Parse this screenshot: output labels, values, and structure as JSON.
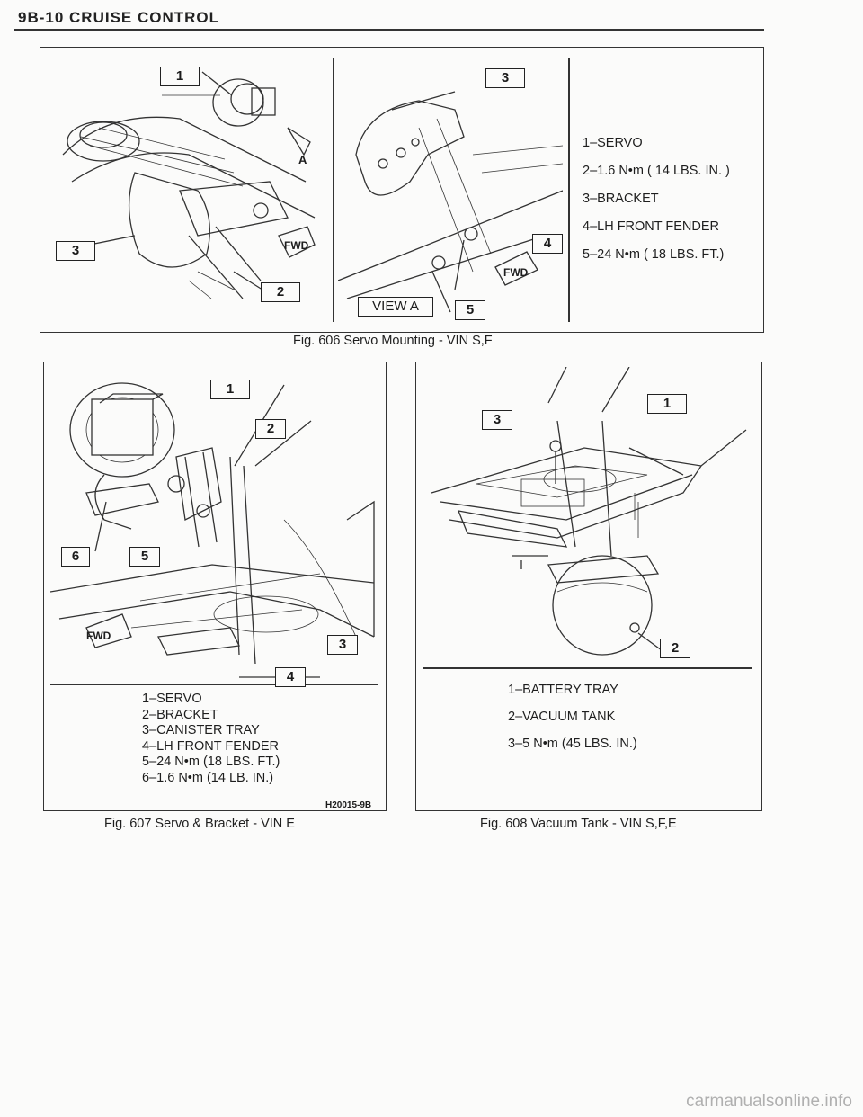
{
  "header": {
    "title": "9B-10 CRUISE CONTROL"
  },
  "fig606": {
    "caption": "Fig. 606 Servo Mounting - VIN S,F",
    "legend": [
      "1–SERVO",
      "2–1.6 N•m ( 14 LBS. IN. )",
      "3–BRACKET",
      "4–LH FRONT FENDER",
      "5–24 N•m ( 18 LBS. FT.)"
    ],
    "callouts": {
      "c1": "1",
      "c2": "2",
      "c3_left": "3",
      "c3_right": "3",
      "c4": "4",
      "c5": "5",
      "view": "VIEW A",
      "fwd": "FWD",
      "arrow_label": "A"
    }
  },
  "fig607": {
    "caption": "Fig. 607 Servo & Bracket - VIN E",
    "legend": [
      "1–SERVO",
      "2–BRACKET",
      "3–CANISTER TRAY",
      "4–LH FRONT FENDER",
      "5–24 N•m (18 LBS. FT.)",
      "6–1.6 N•m (14 LB. IN.)"
    ],
    "code": "H20015-9B",
    "callouts": {
      "c1": "1",
      "c2": "2",
      "c3": "3",
      "c4": "4",
      "c5": "5",
      "c6": "6",
      "fwd": "FWD"
    }
  },
  "fig608": {
    "caption": "Fig. 608 Vacuum Tank - VIN S,F,E",
    "legend": [
      "1–BATTERY TRAY",
      "2–VACUUM TANK",
      "3–5 N•m (45 LBS. IN.)"
    ],
    "callouts": {
      "c1": "1",
      "c2": "2",
      "c3": "3"
    }
  },
  "watermark": "carmanualsonline.info"
}
